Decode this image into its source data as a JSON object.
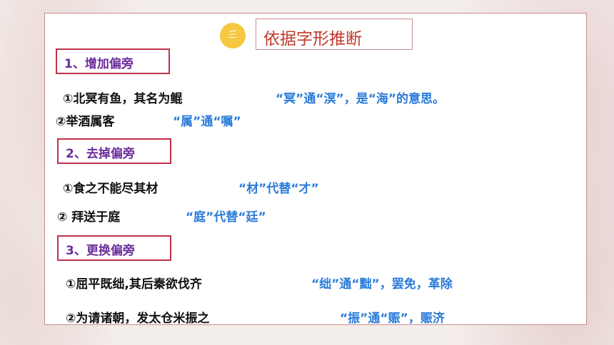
{
  "badge": "三",
  "title": "依据字形推断",
  "sections": [
    {
      "label": "1、增加偏旁",
      "examples": [
        {
          "text": "①北冥有鱼，其名为鲲",
          "note": "“冥”通“溟”，是“海”的意思。"
        },
        {
          "text": "②举酒属客",
          "note": "“属”通“嘱”"
        }
      ]
    },
    {
      "label": "2、去掉偏旁",
      "examples": [
        {
          "text": "①食之不能尽其材",
          "note": "“材”代替“才”"
        },
        {
          "text": "② 拜送于庭",
          "note": "“庭”代替“廷”"
        }
      ]
    },
    {
      "label": "3、更换偏旁",
      "examples": [
        {
          "text": "①屈平既绌,其后秦欲伐齐",
          "note": "“绌”通“黜”，罢免，革除"
        },
        {
          "text": "②为请诸朝，发太仓米振之",
          "note": "“振”通“赈”，赈济"
        }
      ]
    }
  ]
}
